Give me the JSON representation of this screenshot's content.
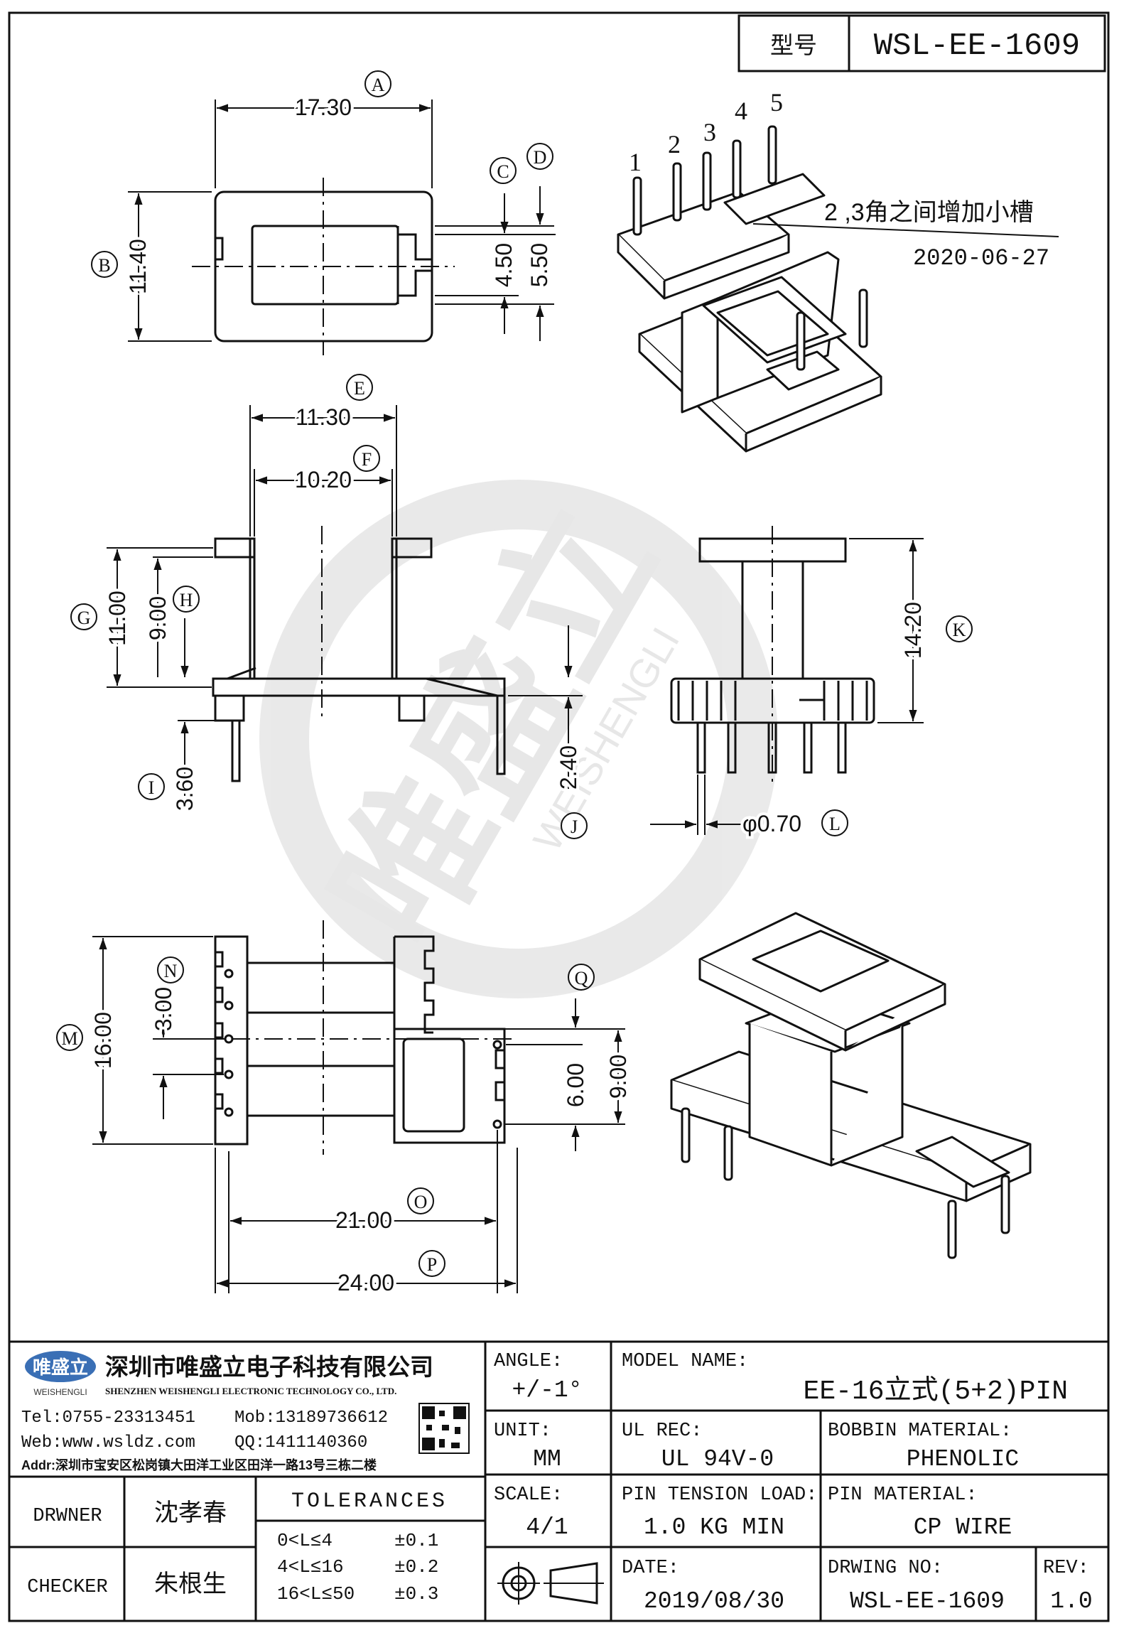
{
  "header": {
    "type_label": "型号",
    "model_no": "WSL-EE-1609"
  },
  "pins": {
    "labels": [
      "1",
      "2",
      "3",
      "4",
      "5"
    ]
  },
  "note": {
    "text": "2 ,3角之间增加小槽",
    "date": "2020-06-27"
  },
  "dimensions": {
    "A": {
      "letter": "A",
      "value": "17.30"
    },
    "B": {
      "letter": "B",
      "value": "11.40"
    },
    "C": {
      "letter": "C",
      "value": "4.50"
    },
    "D": {
      "letter": "D",
      "value": "5.50"
    },
    "E": {
      "letter": "E",
      "value": "11.30"
    },
    "F": {
      "letter": "F",
      "value": "10.20"
    },
    "G": {
      "letter": "G",
      "value": "11.00"
    },
    "H": {
      "letter": "H",
      "value": "9.00"
    },
    "I": {
      "letter": "I",
      "value": "3.60"
    },
    "J": {
      "letter": "J",
      "value": "2.40"
    },
    "K": {
      "letter": "K",
      "value": "14.20"
    },
    "L": {
      "letter": "L",
      "value": "φ0.70"
    },
    "M": {
      "letter": "M",
      "value": "16.00"
    },
    "N": {
      "letter": "N",
      "value": "3.00"
    },
    "O": {
      "letter": "O",
      "value": "21.00"
    },
    "P": {
      "letter": "P",
      "value": "24.00"
    },
    "Q": {
      "letter": "Q",
      "value": "6.00"
    },
    "Q2": {
      "value": "9.00"
    }
  },
  "watermark": {
    "cn": "唯盛立",
    "en": "WEISHENGLI"
  },
  "company": {
    "name_cn": "深圳市唯盛立电子科技有限公司",
    "name_en": "SHENZHEN WEISHENGLI ELECTRONIC TECHNOLOGY CO., LTD.",
    "logo_cn": "唯盛立",
    "logo_en": "WEISHENGLI",
    "tel": "Tel:0755-23313451",
    "mob": "Mob:13189736612",
    "web": "Web:www.wsldz.com",
    "qq": "QQ:1411140360",
    "addr": "Addr:深圳市宝安区松岗镇大田洋工业区田洋一路13号三栋二楼"
  },
  "titleblock": {
    "angle_label": "ANGLE:",
    "angle_value": "+/-1°",
    "model_name_label": "MODEL NAME:",
    "model_name_value": "EE-16立式(5+2)PIN",
    "unit_label": "UNIT:",
    "unit_value": "MM",
    "ul_label": "UL REC:",
    "ul_value": "UL 94V-0",
    "bobbin_label": "BOBBIN MATERIAL:",
    "bobbin_value": "PHENOLIC",
    "drawer_label": "DRWNER",
    "drawer_value": "沈孝春",
    "checker_label": "CHECKER",
    "checker_value": "朱根生",
    "tolerances_label": "TOLERANCES",
    "tol_rows": [
      {
        "range": "0<L≤4",
        "tol": "±0.1"
      },
      {
        "range": "4<L≤16",
        "tol": "±0.2"
      },
      {
        "range": "16<L≤50",
        "tol": "±0.3"
      }
    ],
    "scale_label": "SCALE:",
    "scale_value": "4/1",
    "tension_label": "PIN TENSION LOAD:",
    "tension_value": "1.0 KG MIN",
    "pin_material_label": "PIN MATERIAL:",
    "pin_material_value": "CP WIRE",
    "date_label": "DATE:",
    "date_value": "2019/08/30",
    "drawing_no_label": "DRWING NO:",
    "drawing_no_value": "WSL-EE-1609",
    "rev_label": "REV:",
    "rev_value": "1.0"
  }
}
